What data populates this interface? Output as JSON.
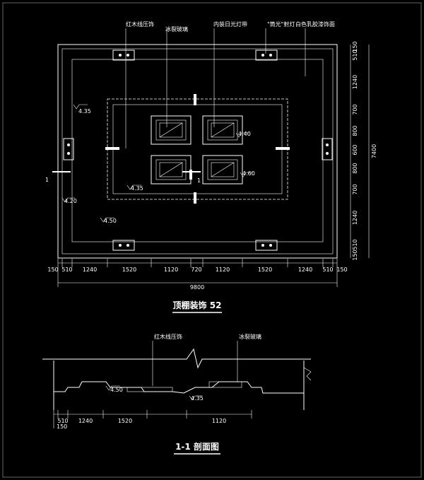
{
  "plan": {
    "title": "顶棚装饰 52",
    "callouts": [
      "红木线压饰",
      "冰裂玻璃",
      "内装日光灯带",
      "\"筒光\"射灯",
      "白色乳胶漆饰面"
    ],
    "elevations": [
      "4.35",
      "4.40",
      "4.60",
      "4.35",
      "4.20",
      "4.50"
    ],
    "bottom_dims": [
      "150",
      "510",
      "1240",
      "1520",
      "1120",
      "720",
      "1120",
      "1520",
      "1240",
      "510",
      "150"
    ],
    "total_width": "9800",
    "right_dims": [
      "150",
      "510",
      "1240",
      "700",
      "800",
      "600",
      "800",
      "700",
      "1240",
      "510",
      "150"
    ],
    "total_height": "7400",
    "section_mark": "1"
  },
  "section": {
    "title": "1-1 剖面图",
    "callouts": [
      "红木线压饰",
      "冰裂玻璃"
    ],
    "elevations": [
      "4.50",
      "4.35"
    ],
    "bottom_dims": [
      "510",
      "1240",
      "1520",
      "1120"
    ],
    "edge_dim": "150"
  }
}
